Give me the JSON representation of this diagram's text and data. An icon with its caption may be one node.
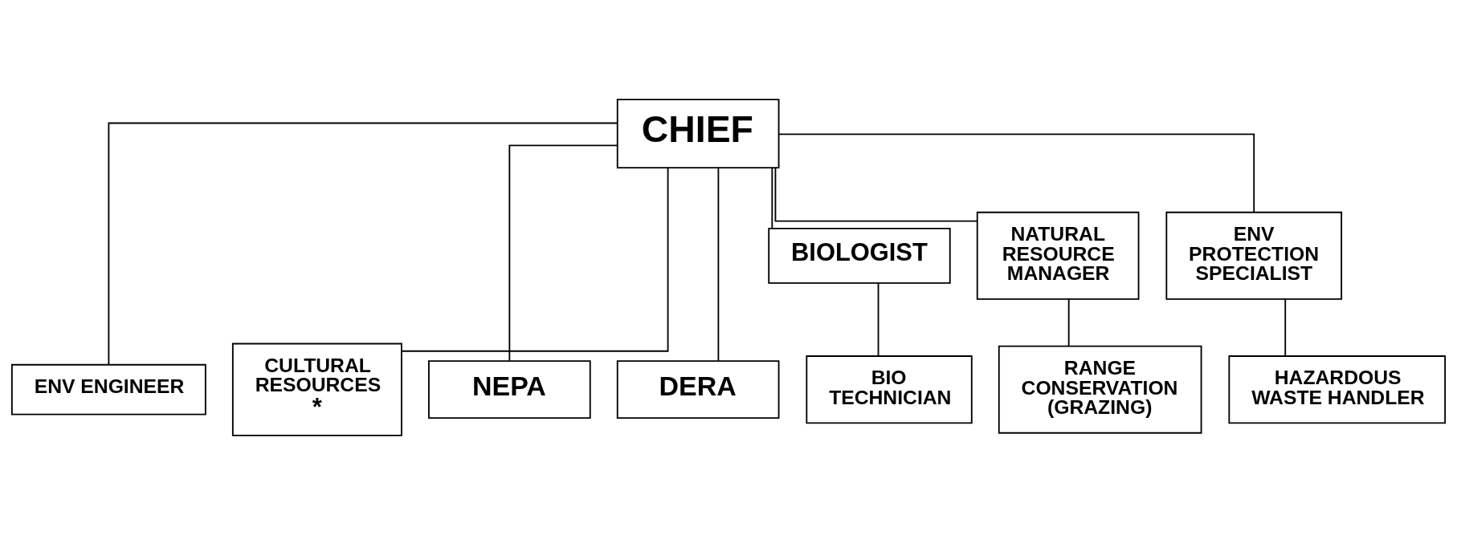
{
  "diagram": {
    "nodes": [
      {
        "text": [
          "CHIEF"
        ]
      },
      {
        "text": [
          "ENV ENGINEER"
        ]
      },
      {
        "text": [
          "CULTURAL RESOURCES",
          "*"
        ]
      },
      {
        "text": [
          "BIOLOGIST"
        ]
      },
      {
        "text": [
          "NATURAL RESOURCE MANAGER"
        ]
      },
      {
        "text": [
          "ENV PROTECTION SPECIALIST"
        ]
      },
      {
        "text": [
          "NEPA"
        ]
      },
      {
        "text": [
          "DERA"
        ]
      },
      {
        "text": [
          "BIO TECHNICIAN"
        ]
      },
      {
        "text": [
          "RANGE CONSERVATION (GRAZING)"
        ]
      },
      {
        "text": [
          "HAZARDOUS WASTE HANDLER"
        ]
      }
    ],
    "edges": [
      {
        "from": 0,
        "to": 1,
        "arrow": "none"
      },
      {
        "from": 0,
        "to": 6,
        "arrow": "none"
      },
      {
        "from": 0,
        "to": 7,
        "arrow": "none"
      },
      {
        "from": 0,
        "to": 2,
        "arrow": "none"
      },
      {
        "from": 0,
        "to": 3,
        "arrow": "none"
      },
      {
        "from": 0,
        "to": 4,
        "arrow": "none"
      },
      {
        "from": 0,
        "to": 5,
        "arrow": "none"
      },
      {
        "from": 3,
        "to": 8,
        "arrow": "none"
      },
      {
        "from": 4,
        "to": 9,
        "arrow": "none"
      },
      {
        "from": 5,
        "to": 10,
        "arrow": "none"
      }
    ]
  }
}
